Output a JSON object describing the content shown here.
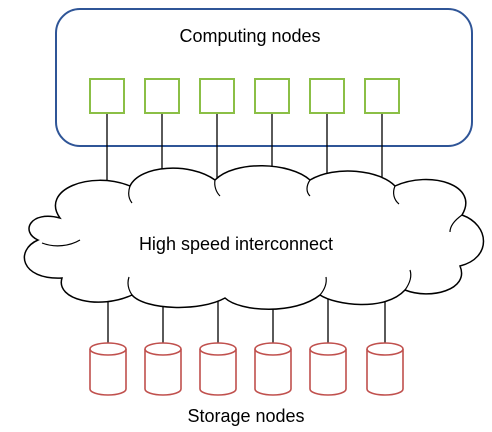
{
  "computing_group": {
    "label": "Computing nodes",
    "node_count": 6,
    "border_color": "#2f5597",
    "node_color": "#8bbf46"
  },
  "interconnect": {
    "label": "High speed interconnect"
  },
  "storage_group": {
    "label": "Storage nodes",
    "node_count": 6,
    "node_color": "#c0504d"
  }
}
